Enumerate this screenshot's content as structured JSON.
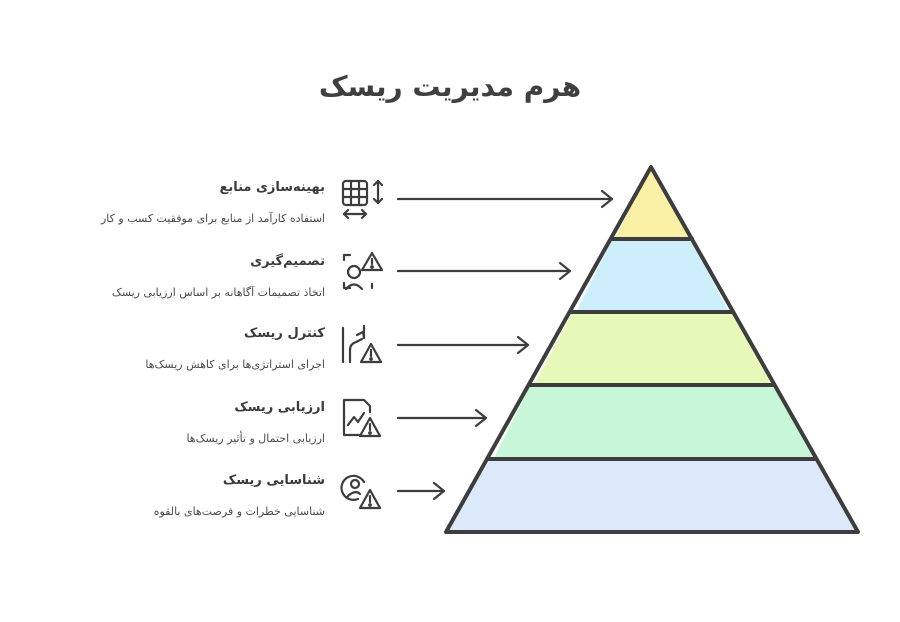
{
  "title": "هرم مدیریت ریسک",
  "levels": [
    {
      "title": "بهینه‌سازی منابع",
      "desc": "استفاده کارآمد از منابع برای موفقیت کسب و کار",
      "icon": "resource-optimization-icon",
      "color": "#fbf1a6"
    },
    {
      "title": "تصمیم‌گیری",
      "desc": "اتخاذ تصمیمات آگاهانه بر اساس ارزیابی ریسک",
      "icon": "decision-making-icon",
      "color": "#cdeffb"
    },
    {
      "title": "کنترل ریسک",
      "desc": "اجرای استراتژی‌ها برای کاهش ریسک‌ها",
      "icon": "risk-control-icon",
      "color": "#e6f9b8"
    },
    {
      "title": "ارزیابی ریسک",
      "desc": "ارزیابی احتمال و تأثیر ریسک‌ها",
      "icon": "risk-assessment-icon",
      "color": "#c8f6d8"
    },
    {
      "title": "شناسایی ریسک",
      "desc": "شناسایی خطرات و فرصت‌های بالقوه",
      "icon": "risk-identification-icon",
      "color": "#dbe9fb"
    }
  ]
}
